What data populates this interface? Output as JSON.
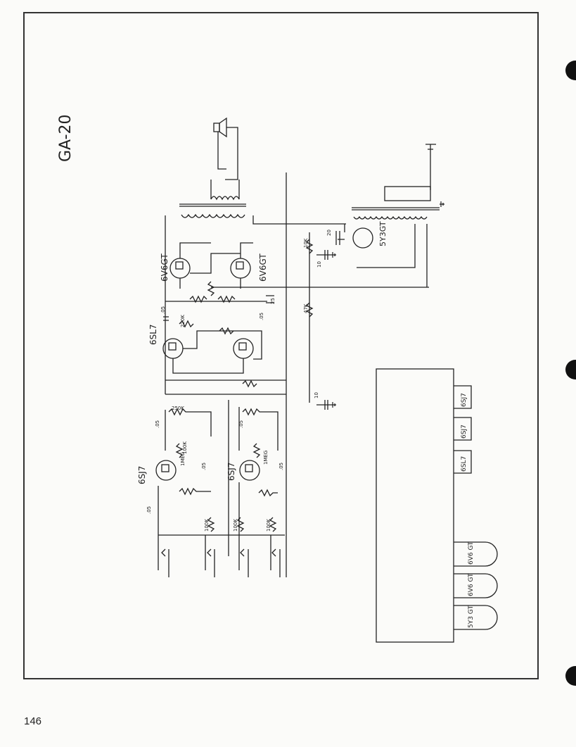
{
  "title": "GA-20",
  "page_number": "146",
  "colors": {
    "ink": "#222222",
    "paper": "#fbfbf9",
    "border": "#333333"
  },
  "tubes": {
    "power_a": "6V6GT",
    "power_b": "6V6GT",
    "driver": "6SL7",
    "pre_a": "6SJ7",
    "pre_b": "6SJ7",
    "rectifier": "5Y3GT"
  },
  "components": {
    "c_05_a": ".05",
    "c_05_b": ".05",
    "c_05_c": ".05",
    "c_05_d": ".05",
    "c_05_e": ".05",
    "c_05_f": ".05",
    "c_05_g": ".05",
    "r_220k": "220K",
    "r_10k": "10K",
    "r_47k": "47K",
    "r_100k_a": "100K",
    "r_100k_b": "100K",
    "r_100k_c": "100K",
    "r_100k_d": "100K",
    "r_1meg_a": "1MEG",
    "r_1meg_b": "1MEG",
    "r_250k": "250K",
    "c_10_a": "10",
    "c_10_b": "10",
    "c_20": "20",
    "c_25": "25"
  },
  "chassis_layout": {
    "sockets": [
      "6SJ7",
      "6SJ7",
      "6SL7",
      "6V6 GT",
      "6V6 GT",
      "5Y3 GT"
    ]
  }
}
